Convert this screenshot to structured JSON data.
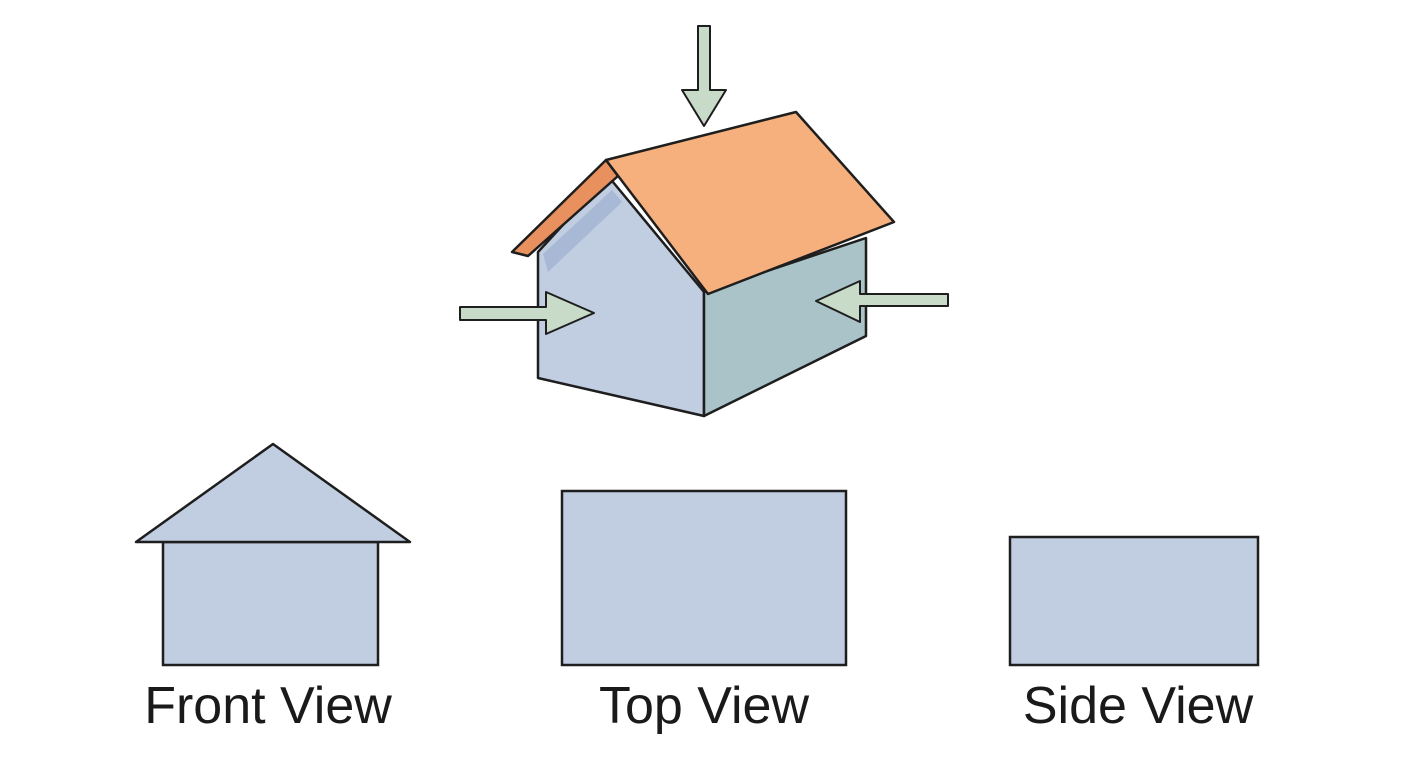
{
  "views": {
    "front_label": "Front View",
    "top_label": "Top View",
    "side_label": "Side View"
  },
  "colors": {
    "wall_front": "#c1cde0",
    "wall_side": "#a9c3c9",
    "roof_main": "#f5b07d",
    "roof_edge": "#e8915f",
    "wall_shadow": "#9fb1d3",
    "arrow_fill": "#c8dac8",
    "view_fill": "#c1cde0",
    "outline": "#1e1e1e"
  },
  "arrows": {
    "top": "arrow-down-icon",
    "left": "arrow-right-icon",
    "right": "arrow-left-icon"
  }
}
